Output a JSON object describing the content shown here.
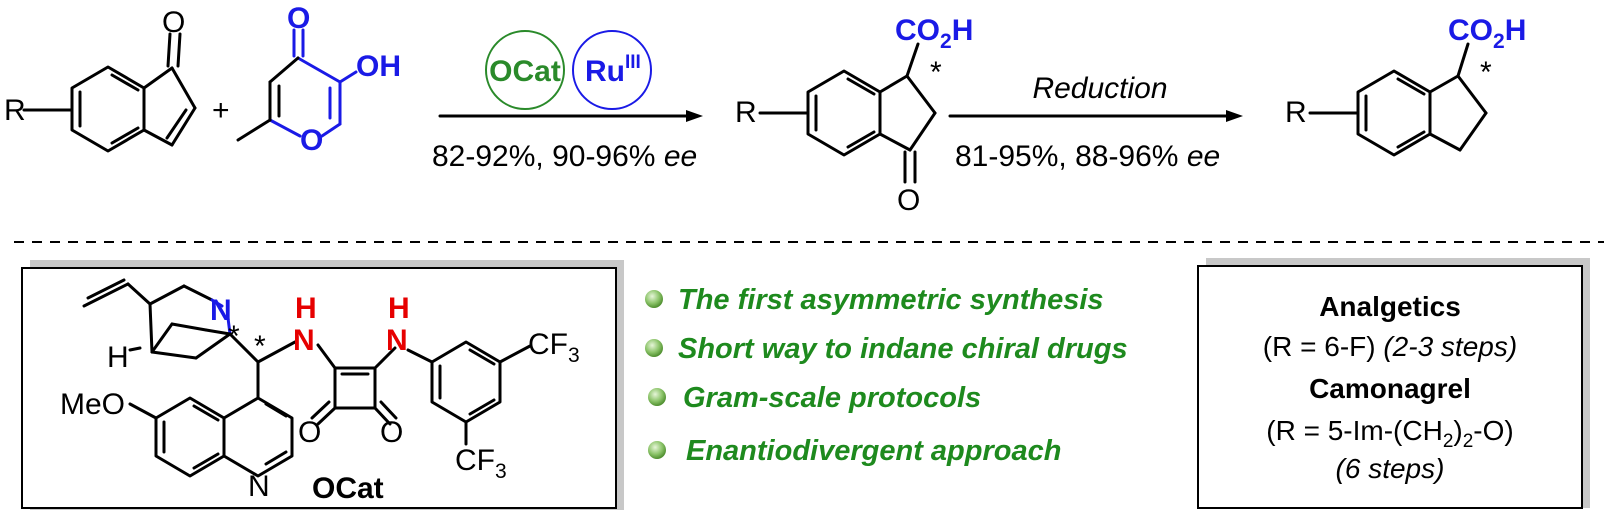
{
  "reaction": {
    "substituent": "R",
    "plus": "+",
    "oxo": "O",
    "hydroxy": "OH",
    "ring_oxygen": "O",
    "catalyst_organo": "OCat",
    "catalyst_metal": "Ru",
    "catalyst_metal_ox": "III",
    "step1_yield": "82-92%, 90-96% ",
    "step1_ee": "ee",
    "intermediate_acid_main": "CO",
    "intermediate_acid_sub": "2",
    "intermediate_acid_end": "H",
    "stereo_star": "*",
    "ketone_o": "O",
    "step2_reagent": "Reduction",
    "step2_yield": "81-95%, 88-96% ",
    "step2_ee": "ee"
  },
  "catalyst_box": {
    "n_bridge": "N",
    "h_bridge": "H",
    "methoxy": "MeO",
    "nh": "H",
    "n": "N",
    "quinoline_n": "N",
    "cf3_main": "CF",
    "cf3_sub": "3",
    "carbonyl_o": "O",
    "name": "OCat",
    "star": "*"
  },
  "features": [
    "The first asymmetric synthesis",
    "Short way to indane chiral drugs",
    "Gram-scale protocols",
    "Enantiodivergent approach"
  ],
  "drugs_box": {
    "drug1_name": "Analgetics",
    "drug1_r": "(R = 6-F) ",
    "drug1_steps": "(2-3 steps)",
    "drug2_name": "Camonagrel",
    "drug2_r_a": "(R = 5-Im-(CH",
    "drug2_r_sub": "2",
    "drug2_r_b": ")",
    "drug2_r_sub2": "2",
    "drug2_r_c": "-O)",
    "drug2_steps": "(6 steps)"
  },
  "colors": {
    "catalyst_green": "#2a8a2a",
    "metal_blue": "#1a1ae6",
    "nh_red": "#e60000",
    "feature_green": "#1e8a1e",
    "bullet_green": "#6ab04c"
  }
}
